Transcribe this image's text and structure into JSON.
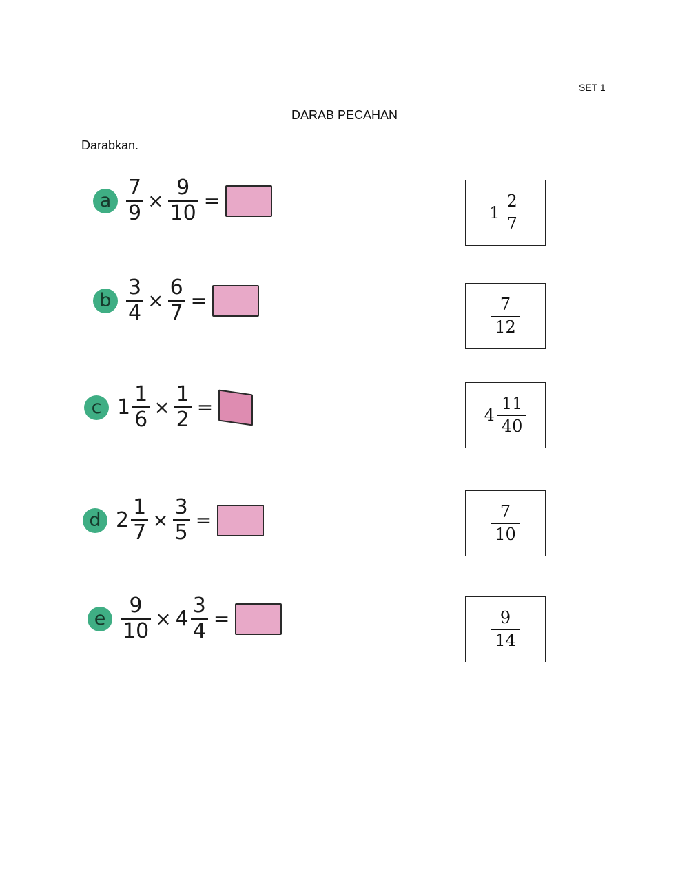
{
  "header": {
    "set_label": "SET 1",
    "title": "DARAB PECAHAN",
    "instruction": "Darabkan."
  },
  "questions": [
    {
      "letter": "a",
      "a": {
        "whole": "",
        "num": "7",
        "den": "9"
      },
      "b": {
        "whole": "",
        "num": "9",
        "den": "10"
      },
      "op": "×",
      "eq": "="
    },
    {
      "letter": "b",
      "a": {
        "whole": "",
        "num": "3",
        "den": "4"
      },
      "b": {
        "whole": "",
        "num": "6",
        "den": "7"
      },
      "op": "×",
      "eq": "="
    },
    {
      "letter": "c",
      "a": {
        "whole": "1",
        "num": "1",
        "den": "6"
      },
      "b": {
        "whole": "",
        "num": "1",
        "den": "2"
      },
      "op": "×",
      "eq": "="
    },
    {
      "letter": "d",
      "a": {
        "whole": "2",
        "num": "1",
        "den": "7"
      },
      "b": {
        "whole": "",
        "num": "3",
        "den": "5"
      },
      "op": "×",
      "eq": "="
    },
    {
      "letter": "e",
      "a": {
        "whole": "",
        "num": "9",
        "den": "10"
      },
      "b": {
        "whole": "4",
        "num": "3",
        "den": "4"
      },
      "op": "×",
      "eq": "="
    }
  ],
  "options": [
    {
      "whole": "1",
      "num": "2",
      "den": "7"
    },
    {
      "whole": "",
      "num": "7",
      "den": "12"
    },
    {
      "whole": "4",
      "num": "11",
      "den": "40"
    },
    {
      "whole": "",
      "num": "7",
      "den": "10"
    },
    {
      "whole": "",
      "num": "9",
      "den": "14"
    }
  ],
  "colors": {
    "letter_badge": "#3fae84",
    "answer_box": "#e8a9c8"
  }
}
